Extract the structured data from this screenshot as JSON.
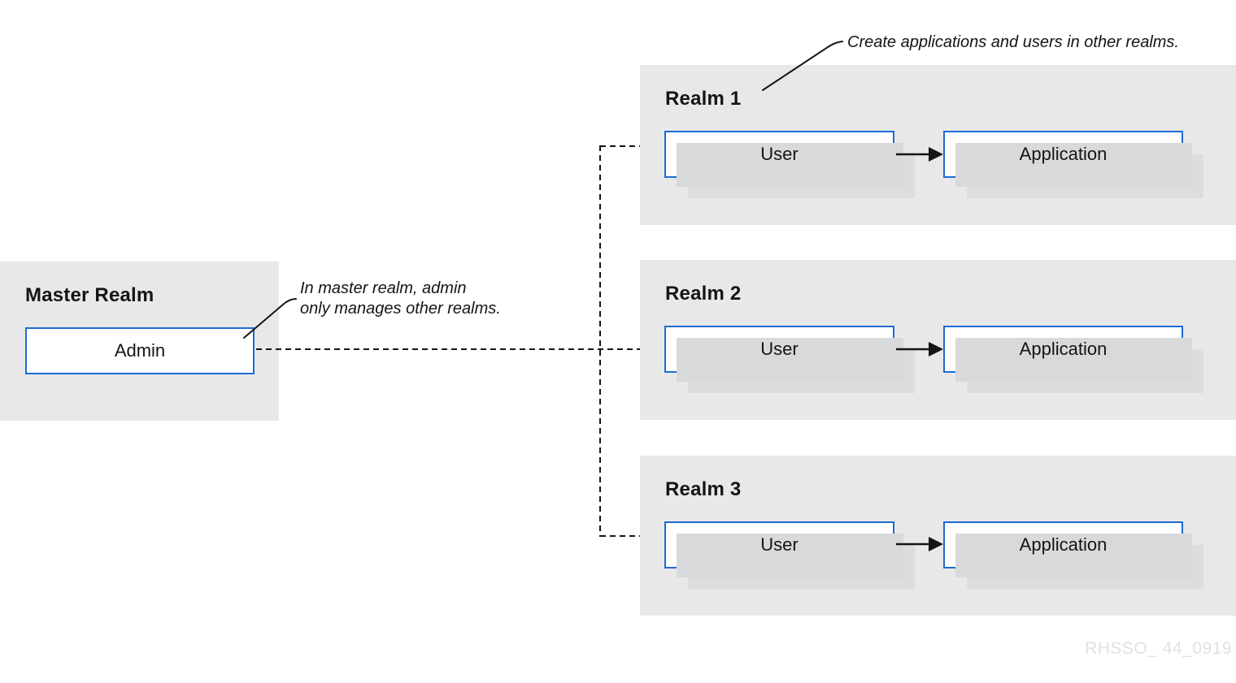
{
  "page": {
    "watermark": "RHSSO_ 44_0919"
  },
  "colors": {
    "panel_bg": "#e8e8e8",
    "node_bg": "#ffffff",
    "node_border": "#1e6bd2",
    "shadow_near": "#d8d9da",
    "shadow_far": "#dcdddd",
    "ink": "#151515",
    "watermark": "#e1e1e1"
  },
  "annotations": {
    "top": "Create applications and users in other realms.",
    "master_line1": "In master realm, admin",
    "master_line2": "only manages other realms."
  },
  "master": {
    "title": "Master Realm",
    "node": "Admin"
  },
  "realms": [
    {
      "title": "Realm 1",
      "user": "User",
      "app": "Application"
    },
    {
      "title": "Realm 2",
      "user": "User",
      "app": "Application"
    },
    {
      "title": "Realm 3",
      "user": "User",
      "app": "Application"
    }
  ]
}
